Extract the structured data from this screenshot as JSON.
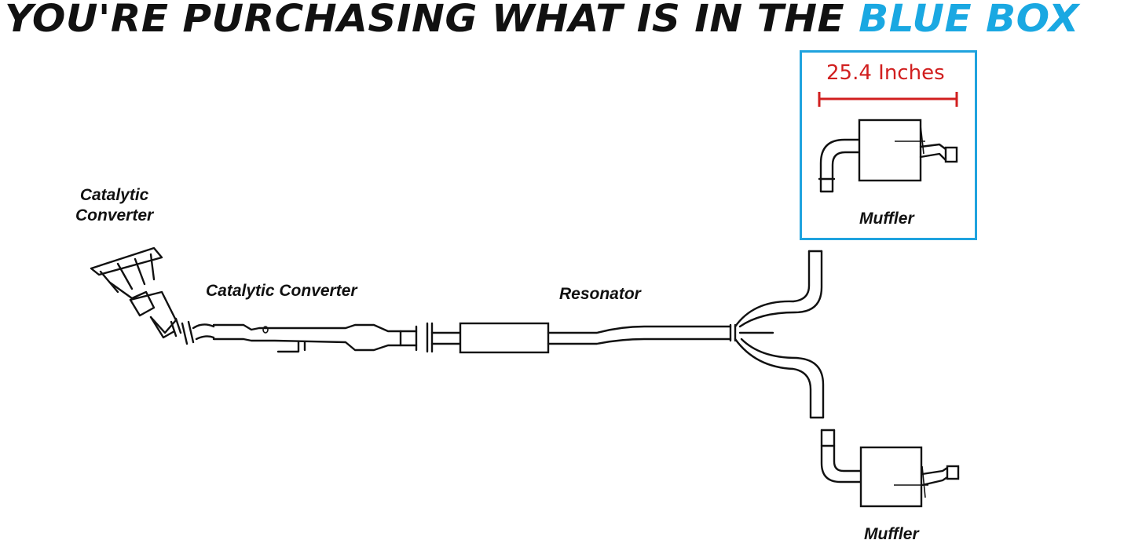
{
  "header": {
    "title_main": "YOU'RE PURCHASING WHAT IS IN THE",
    "title_accent": "BLUE BOX",
    "accent_color": "#1aa8e2"
  },
  "blue_box": {
    "border_color": "#1fa3de",
    "dimension_label": "25.4 Inches",
    "dimension_color": "#d11f1f",
    "component_label": "Muffler"
  },
  "components": {
    "catalytic_converter_front": "Catalytic\nConverter",
    "catalytic_converter_mid": "Catalytic Converter",
    "resonator": "Resonator",
    "muffler_lower": "Muffler"
  }
}
